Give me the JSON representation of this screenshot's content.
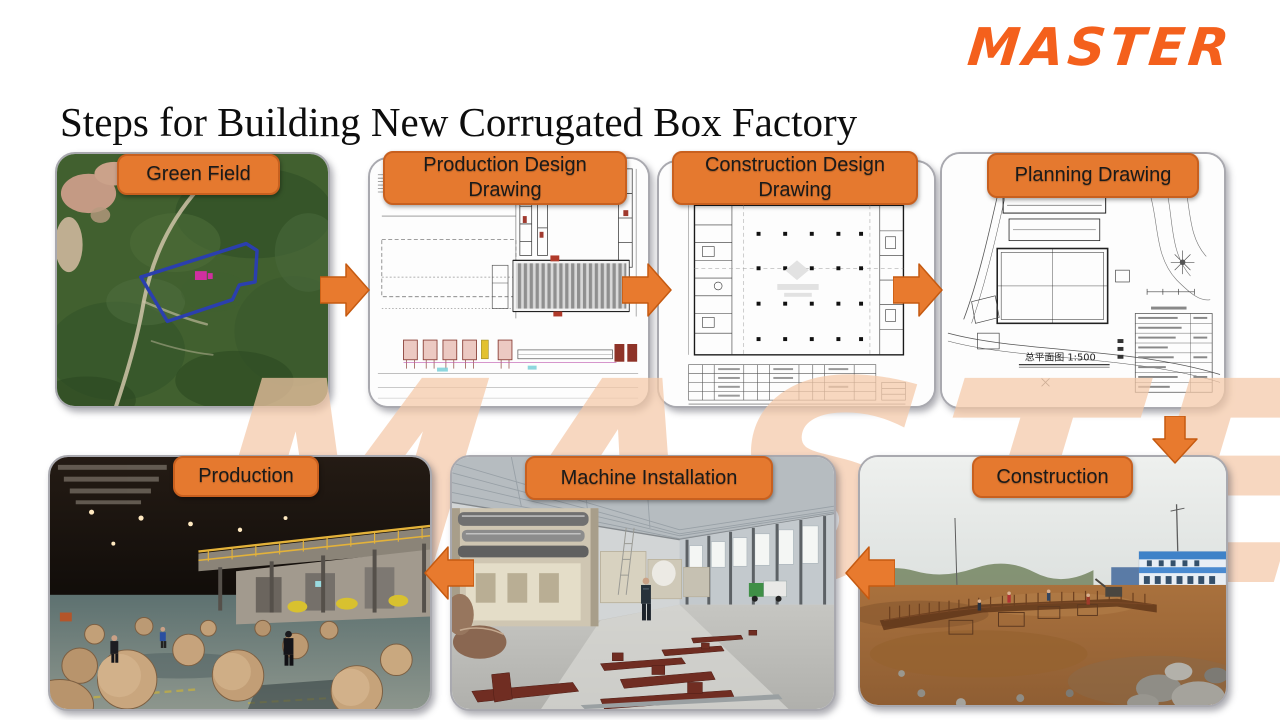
{
  "slide": {
    "title": "Steps for Building New Corrugated Box Factory"
  },
  "brand": {
    "logo_text": "MASTER",
    "logo_color": "#F4601C",
    "watermark_text": "MASTER",
    "watermark_color": "#F5C9A8"
  },
  "colors": {
    "label_fill": "#E5792F",
    "label_border": "#C8601F",
    "arrow_fill": "#E87A2E",
    "arrow_border": "#C55A11"
  },
  "flow": {
    "top_row": [
      {
        "label": "Green Field"
      },
      {
        "label": "Production Design Drawing"
      },
      {
        "label": "Construction Design Drawing"
      },
      {
        "label": "Planning Drawing"
      }
    ],
    "bottom_row": [
      {
        "label": "Production"
      },
      {
        "label": "Machine Installation"
      },
      {
        "label": "Construction"
      }
    ]
  },
  "planning_drawing": {
    "caption": "总平面图 1:500"
  }
}
